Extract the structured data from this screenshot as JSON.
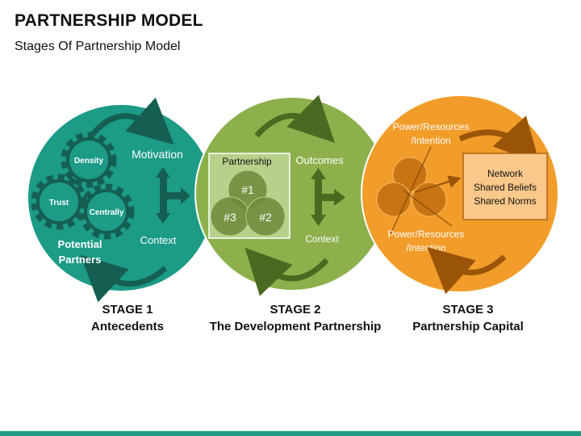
{
  "header": {
    "title": "PARTNERSHIP MODEL",
    "subtitle": "Stages Of Partnership Model"
  },
  "colors": {
    "stage1": "#1c9b86",
    "stage2": "#8db04c",
    "stage3": "#f29c2a",
    "dark_arrow": "#155f52",
    "accent_bar": "#1e9a86"
  },
  "stage1": {
    "gears": [
      "Density",
      "Trust",
      "Centrally"
    ],
    "gear_caption_line1": "Potential",
    "gear_caption_line2": "Partners",
    "motivation": "Motivation",
    "context": "Context",
    "label_line1": "STAGE 1",
    "label_line2": "Antecedents"
  },
  "stage2": {
    "box_title": "Partnership",
    "circles": [
      "#1",
      "#3",
      "#2"
    ],
    "outcomes": "Outcomes",
    "context": "Context",
    "label_line1": "STAGE 2",
    "label_line2": "The Development Partnership"
  },
  "stage3": {
    "top_line1": "Power/Resources",
    "top_line2": "/Intention",
    "bottom_line1": "Power/Resources",
    "bottom_line2": "/Intention",
    "box_lines": [
      "Network",
      "Shared Beliefs",
      "Shared Norms"
    ],
    "label_line1": "STAGE 3",
    "label_line2": "Partnership Capital"
  }
}
